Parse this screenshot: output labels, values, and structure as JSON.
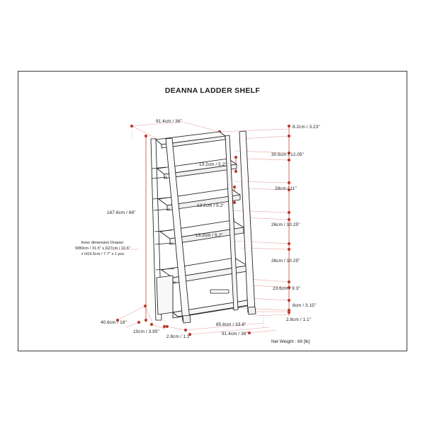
{
  "document": {
    "title": "DEANNA LADDER SHELF",
    "net_weight": "Net Weight : 69 [lb]",
    "frame_color": "#3a3a3a",
    "dimension_color": "#c0392b",
    "leader_color": "#e8a0a0",
    "drawing_color": "#1a1a1a"
  },
  "notes": {
    "drawer_line1": "Inner dimension Drawer:",
    "drawer_line2": "W80cm / 31.5\" x D27cm / 10.6\"",
    "drawer_line3": "x H19.5cm / 7.7\" x 1 pcs"
  },
  "dimensions": {
    "top_width": "91.4cm / 36\"",
    "overall_height": "167.6cm / 66\"",
    "right": [
      {
        "label": "8.2cm / 3.23\""
      },
      {
        "label": "30.6cm / 12.05\""
      },
      {
        "label": "28cm / 11\""
      },
      {
        "label": "26cm / 10.25\""
      },
      {
        "label": "26cm / 10.25\""
      },
      {
        "label": "23.6cm / 9.3\""
      },
      {
        "label": "8cm / 3.15\""
      },
      {
        "label": "2.8cm / 1.1\""
      }
    ],
    "shelves": [
      {
        "label": "13.2cm / 5.2\""
      },
      {
        "label": "13.2cm / 5.2\""
      },
      {
        "label": "13.2cm / 5.2\""
      }
    ],
    "bottom": [
      {
        "label": "40.6cm / 16\""
      },
      {
        "label": "10cm / 3.95\""
      },
      {
        "label": "2.8cm / 1.1\""
      },
      {
        "label": "85.8cm / 33.8\""
      },
      {
        "label": "91.4cm / 36\""
      }
    ]
  }
}
